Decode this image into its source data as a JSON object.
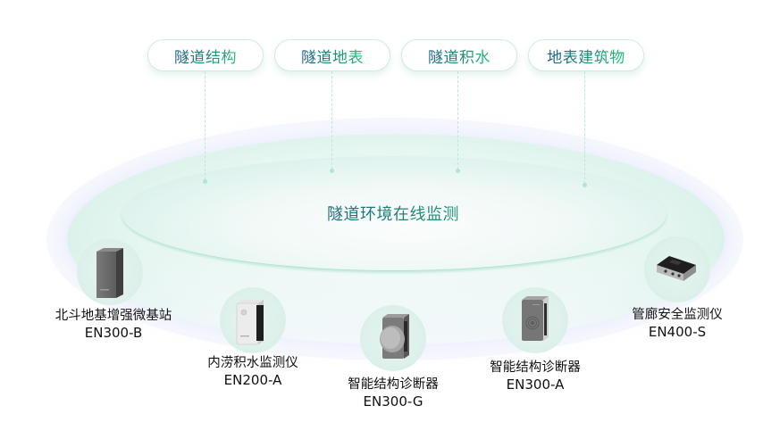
{
  "center": {
    "title": "隧道环境在线监测"
  },
  "categories": [
    {
      "label": "隧道结构"
    },
    {
      "label": "隧道地表"
    },
    {
      "label": "隧道积水"
    },
    {
      "label": "地表建筑物"
    }
  ],
  "devices": [
    {
      "name": "北斗地基增强微基站",
      "model": "EN300-B",
      "icon": "base-station-tower-icon"
    },
    {
      "name": "内涝积水监测仪",
      "model": "EN200-A",
      "icon": "waterlogging-monitor-icon"
    },
    {
      "name": "智能结构诊断器",
      "model": "EN300-G",
      "icon": "structure-diagnostic-round-icon"
    },
    {
      "name": "智能结构诊断器",
      "model": "EN300-A",
      "icon": "structure-diagnostic-rfid-icon"
    },
    {
      "name": "管廊安全监测仪",
      "model": "EN400-S",
      "icon": "pipe-gallery-monitor-icon"
    }
  ],
  "colors": {
    "gradient_start": "#1d5e88",
    "gradient_end": "#24c07c",
    "ring": "#d4f0e6",
    "connector": "#bfe6da"
  }
}
